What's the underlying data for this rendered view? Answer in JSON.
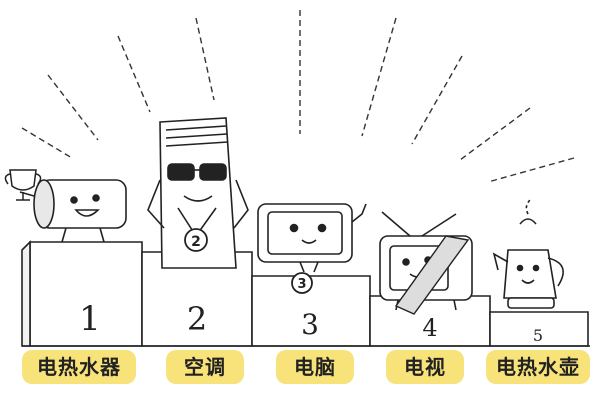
{
  "podium": [
    {
      "rank": "1",
      "appliance": "电热水器"
    },
    {
      "rank": "2",
      "appliance": "空调"
    },
    {
      "rank": "3",
      "appliance": "电脑"
    },
    {
      "rank": "4",
      "appliance": "电视"
    },
    {
      "rank": "5",
      "appliance": "电热水壶"
    }
  ],
  "medals": {
    "second": "2",
    "third": "3"
  },
  "colors": {
    "label_bg": "#f8e27a",
    "ink": "#222222"
  },
  "icons": [
    "trophy-icon",
    "water-heater-icon",
    "air-conditioner-icon",
    "computer-icon",
    "tv-icon",
    "kettle-icon",
    "sunglasses-icon",
    "medal-icon",
    "sash-icon"
  ]
}
